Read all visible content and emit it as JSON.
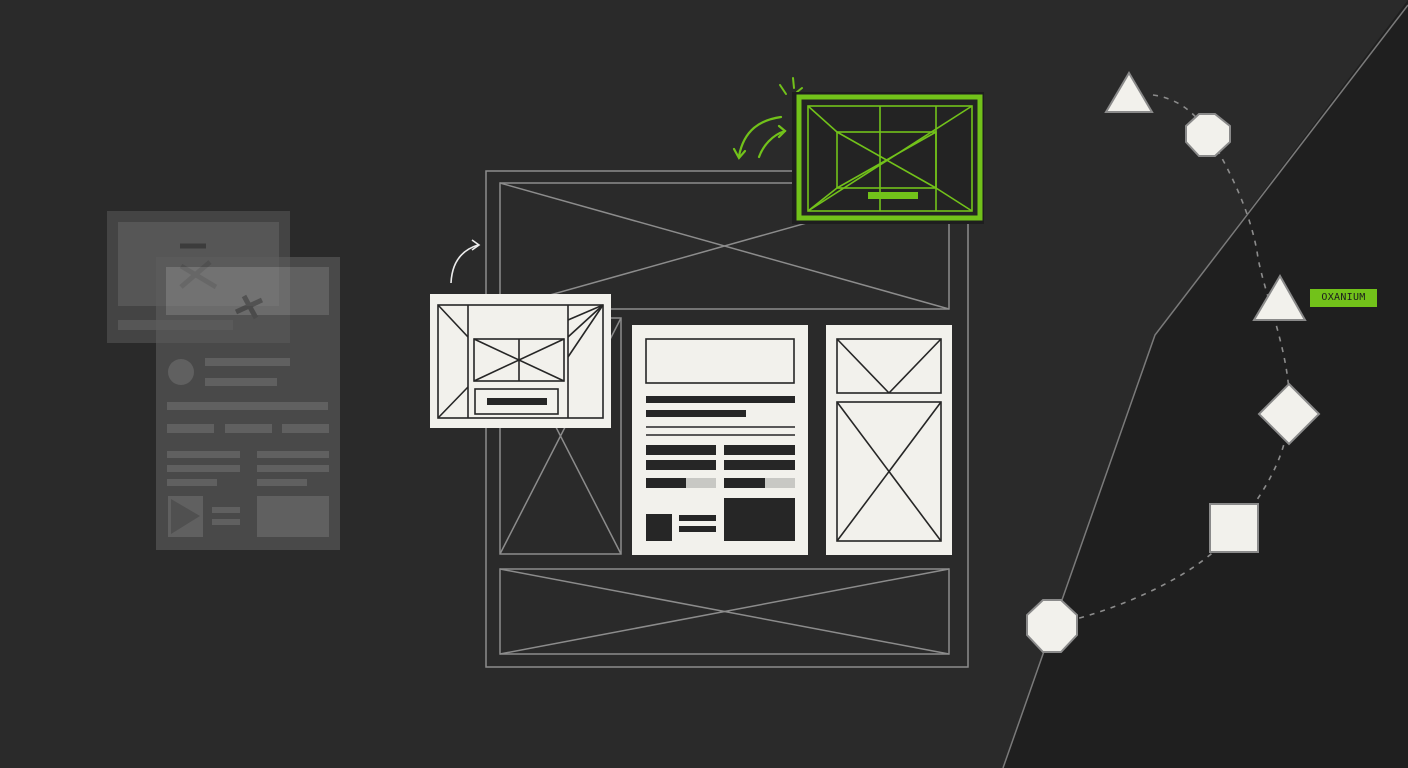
{
  "palette": {
    "background": "#2a2a2a",
    "right_panel": "#1f1f1f",
    "wire": "#8c8c8c",
    "paper": "#f2f1ec",
    "ink": "#262626",
    "accent": "#72c21a",
    "ghost": "#6e6e6e"
  },
  "path_tag": {
    "text": "OXANIUM"
  },
  "path_nodes": [
    {
      "shape": "triangle",
      "icon": "triangle-node-icon"
    },
    {
      "shape": "octagon",
      "icon": "octagon-node-icon"
    },
    {
      "shape": "triangle",
      "icon": "triangle-node-icon"
    },
    {
      "shape": "diamond",
      "icon": "diamond-node-icon"
    },
    {
      "shape": "square",
      "icon": "square-node-icon"
    },
    {
      "shape": "octagon",
      "icon": "octagon-node-icon"
    }
  ],
  "highlighted_block": {
    "icon": "highlighted-image-placeholder-icon",
    "color": "#72c21a"
  }
}
